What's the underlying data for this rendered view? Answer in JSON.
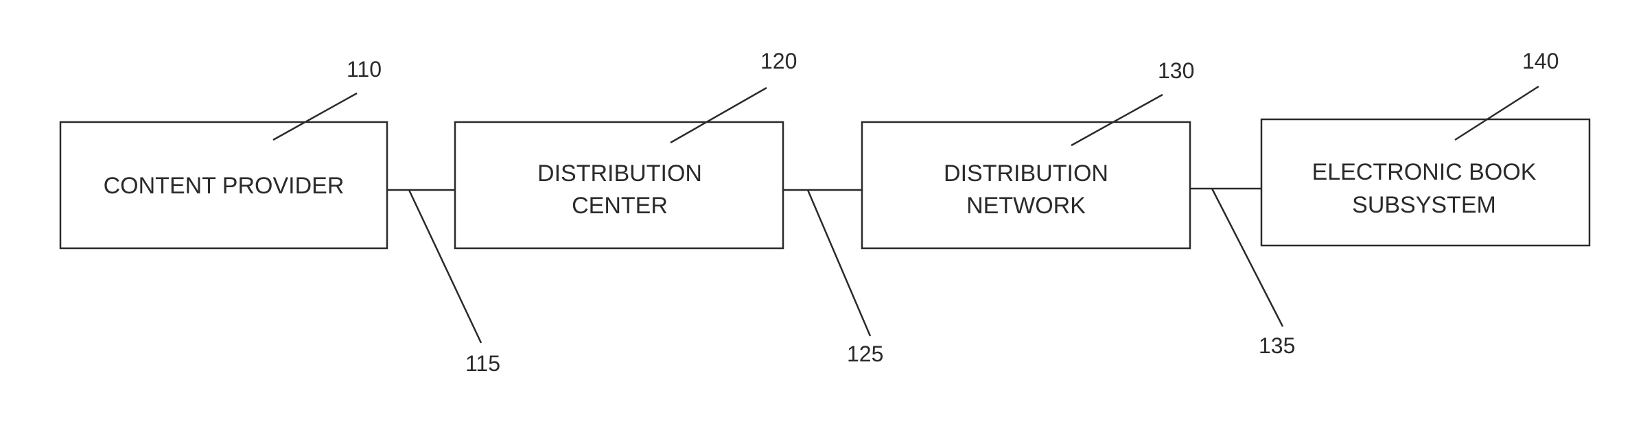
{
  "blocks": [
    {
      "ref": "110",
      "lines": [
        "CONTENT PROVIDER"
      ]
    },
    {
      "ref": "120",
      "lines": [
        "DISTRIBUTION",
        "CENTER"
      ]
    },
    {
      "ref": "130",
      "lines": [
        "DISTRIBUTION",
        "NETWORK"
      ]
    },
    {
      "ref": "140",
      "lines": [
        "ELECTRONIC BOOK",
        "SUBSYSTEM"
      ]
    }
  ],
  "links": [
    {
      "ref": "115"
    },
    {
      "ref": "125"
    },
    {
      "ref": "135"
    }
  ]
}
